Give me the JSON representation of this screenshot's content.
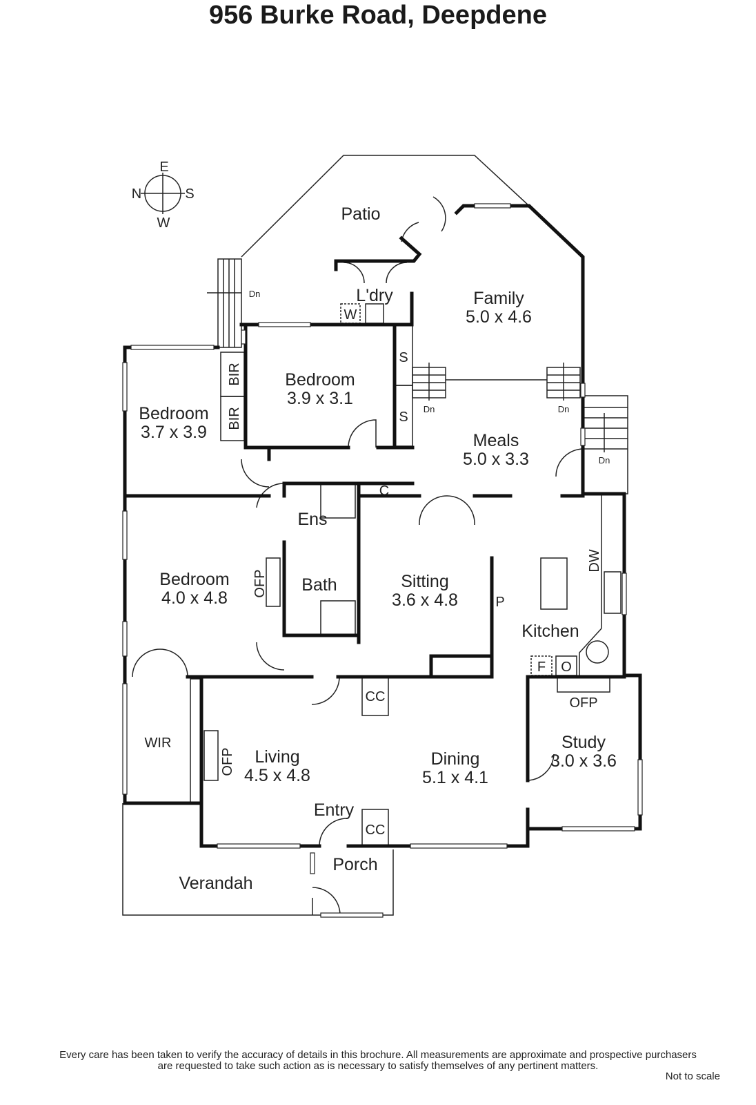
{
  "title": "956 Burke Road, Deepdene",
  "compass": {
    "e": "E",
    "n": "N",
    "s": "S",
    "w": "W"
  },
  "rooms": {
    "patio": "Patio",
    "laundry": "L'dry",
    "laundry_w": "W",
    "family": {
      "name": "Family",
      "size": "5.0 x 4.6"
    },
    "bedroom2": {
      "name": "Bedroom",
      "size": "3.9 x 3.1"
    },
    "bedroom3": {
      "name": "Bedroom",
      "size": "3.7 x 3.9"
    },
    "bir1": "BIR",
    "bir2": "BIR",
    "s1": "S",
    "s2": "S",
    "meals": {
      "name": "Meals",
      "size": "5.0 x 3.3"
    },
    "ens": "Ens",
    "c": "C",
    "bedroom1": {
      "name": "Bedroom",
      "size": "4.0 x 4.8"
    },
    "ofp1": "OFP",
    "bath": "Bath",
    "sitting": {
      "name": "Sitting",
      "size": "3.6 x 4.8"
    },
    "p": "P",
    "kitchen": "Kitchen",
    "dw": "DW",
    "f": "F",
    "o": "O",
    "ofp2": "OFP",
    "study": {
      "name": "Study",
      "size": "3.0 x 3.6"
    },
    "wir": "WIR",
    "living": {
      "name": "Living",
      "size": "4.5 x 4.8"
    },
    "ofp3": "OFP",
    "cc1": "CC",
    "dining": {
      "name": "Dining",
      "size": "5.1 x 4.1"
    },
    "entry": "Entry",
    "cc2": "CC",
    "porch": "Porch",
    "verandah": "Verandah"
  },
  "stairs": {
    "dn1": "Dn",
    "dn2": "Dn",
    "dn3": "Dn",
    "dn4": "Dn"
  },
  "disclaimer": {
    "line1": "Every care has been taken to verify the accuracy of details in this brochure.  All measurements are approximate and prospective purchasers",
    "line2": "are requested to take such action as is necessary to satisfy themselves of any pertinent matters.",
    "scale": "Not to scale"
  }
}
